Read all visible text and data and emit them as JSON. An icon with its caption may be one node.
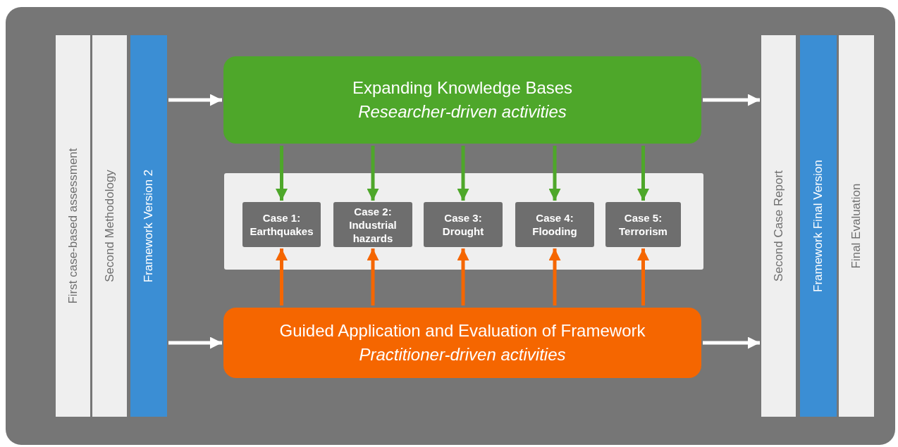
{
  "diagram": {
    "nodes": [
      {
        "text": [
          "First case-based assessment"
        ]
      },
      {
        "text": [
          "Second Methodology"
        ]
      },
      {
        "text": [
          "Framework Version 2"
        ]
      },
      {
        "text": [
          "Expanding Knowledge Bases",
          "Researcher-driven activities"
        ]
      },
      {
        "text": [],
        "shape": "box"
      },
      {
        "text": [
          "Case 1: Earthquakes"
        ],
        "in": 4
      },
      {
        "text": [
          "Case 2: Industrial hazards"
        ],
        "in": 4
      },
      {
        "text": [
          "Case 3: Drought"
        ],
        "in": 4
      },
      {
        "text": [
          "Case 4: Flooding"
        ],
        "in": 4
      },
      {
        "text": [
          "Case 5: Terrorism"
        ],
        "in": 4
      },
      {
        "text": [
          "Guided Application and Evaluation of Framework",
          "Practitioner-driven activities"
        ]
      },
      {
        "text": [
          "Second Case Report"
        ]
      },
      {
        "text": [
          "Framework Final Version"
        ]
      },
      {
        "text": [
          "Final Evaluation"
        ]
      }
    ],
    "edges": [
      {
        "from": 2,
        "to": 3,
        "arrow": "to",
        "color": "#ffffff"
      },
      {
        "from": 2,
        "to": 10,
        "arrow": "to",
        "color": "#ffffff"
      },
      {
        "from": 3,
        "to": 5,
        "arrow": "to",
        "color": "#4ea72a"
      },
      {
        "from": 3,
        "to": 6,
        "arrow": "to",
        "color": "#4ea72a"
      },
      {
        "from": 3,
        "to": 7,
        "arrow": "to",
        "color": "#4ea72a"
      },
      {
        "from": 3,
        "to": 8,
        "arrow": "to",
        "color": "#4ea72a"
      },
      {
        "from": 3,
        "to": 9,
        "arrow": "to",
        "color": "#4ea72a"
      },
      {
        "from": 10,
        "to": 5,
        "arrow": "to",
        "color": "#f56600"
      },
      {
        "from": 10,
        "to": 6,
        "arrow": "to",
        "color": "#f56600"
      },
      {
        "from": 10,
        "to": 7,
        "arrow": "to",
        "color": "#f56600"
      },
      {
        "from": 10,
        "to": 8,
        "arrow": "to",
        "color": "#f56600"
      },
      {
        "from": 10,
        "to": 9,
        "arrow": "to",
        "color": "#f56600"
      },
      {
        "from": 3,
        "to": 11,
        "arrow": "to",
        "color": "#ffffff"
      },
      {
        "from": 10,
        "to": 11,
        "arrow": "to",
        "color": "#ffffff"
      }
    ]
  }
}
